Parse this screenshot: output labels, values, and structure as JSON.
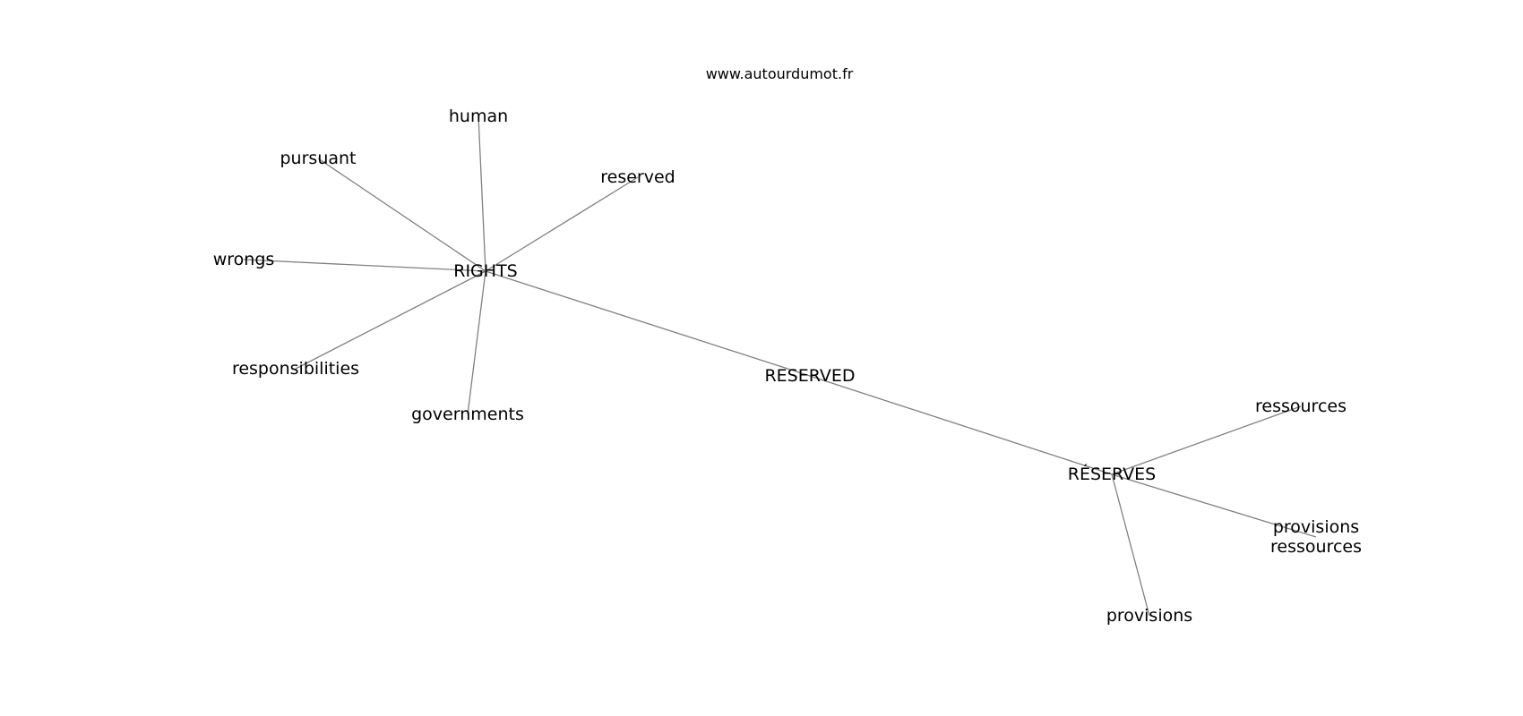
{
  "source": "www.autourdumot.fr",
  "nodes": [
    {
      "id": "RIGHTS",
      "lines": [
        "RIGHTS"
      ]
    },
    {
      "id": "RESERVED",
      "lines": [
        "RESERVED"
      ]
    },
    {
      "id": "RÉSERVES",
      "lines": [
        "RÉSERVES"
      ]
    },
    {
      "id": "human",
      "lines": [
        "human"
      ]
    },
    {
      "id": "pursuant",
      "lines": [
        "pursuant"
      ]
    },
    {
      "id": "reserved",
      "lines": [
        "reserved"
      ]
    },
    {
      "id": "wrongs",
      "lines": [
        "wrongs"
      ]
    },
    {
      "id": "responsibilities",
      "lines": [
        "responsibilities"
      ]
    },
    {
      "id": "governments",
      "lines": [
        "governments"
      ]
    },
    {
      "id": "ressources",
      "lines": [
        "ressources"
      ]
    },
    {
      "id": "provisions ressources",
      "lines": [
        "provisions",
        "ressources"
      ]
    },
    {
      "id": "provisions",
      "lines": [
        "provisions"
      ]
    }
  ],
  "edges": [
    [
      "RIGHTS",
      "human"
    ],
    [
      "RIGHTS",
      "pursuant"
    ],
    [
      "RIGHTS",
      "reserved"
    ],
    [
      "RIGHTS",
      "wrongs"
    ],
    [
      "RIGHTS",
      "responsibilities"
    ],
    [
      "RIGHTS",
      "governments"
    ],
    [
      "RIGHTS",
      "RESERVED"
    ],
    [
      "RESERVED",
      "RÉSERVES"
    ],
    [
      "RÉSERVES",
      "ressources"
    ],
    [
      "RÉSERVES",
      "provisions ressources"
    ],
    [
      "RÉSERVES",
      "provisions"
    ]
  ]
}
